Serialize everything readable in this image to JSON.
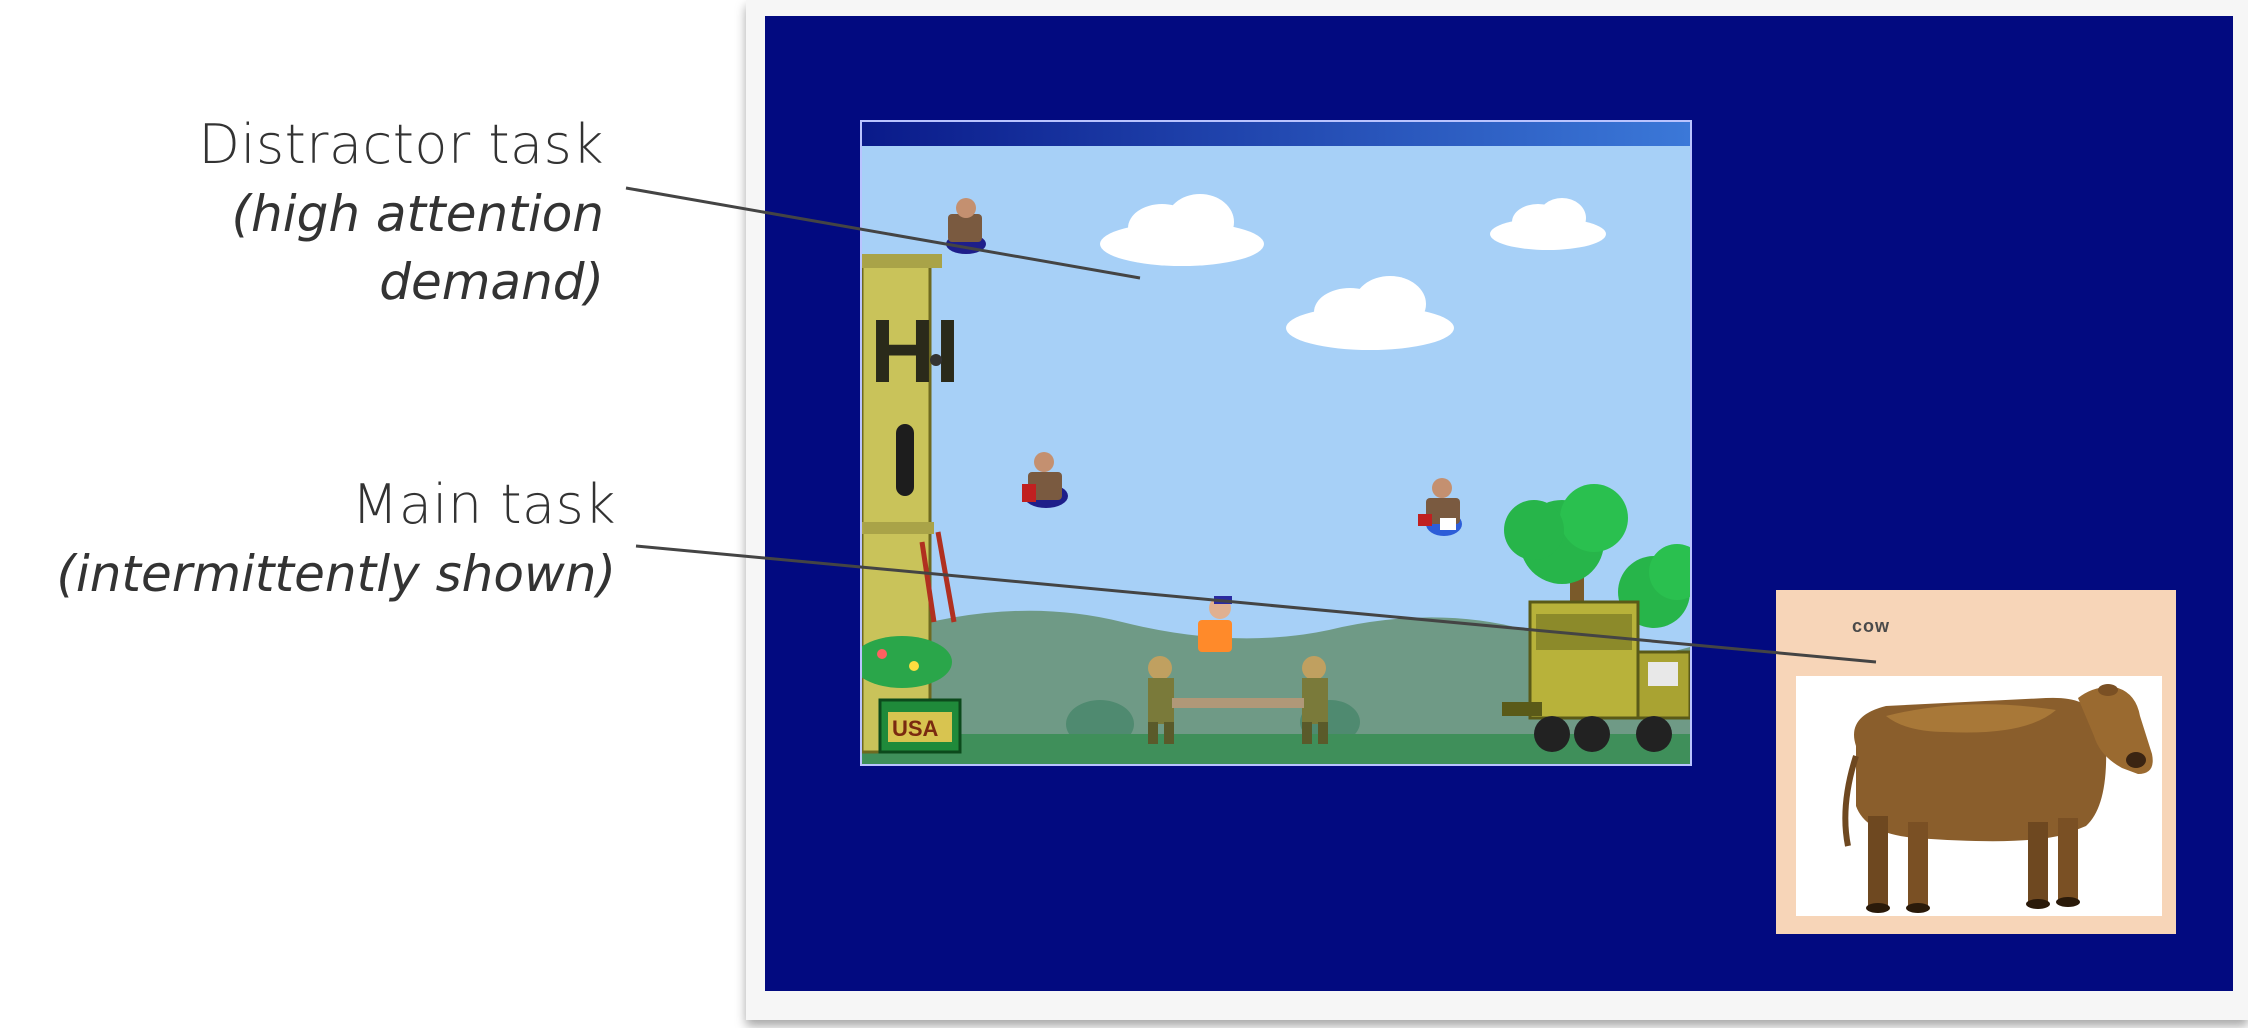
{
  "labels": {
    "distractor": {
      "title": "Distractor task",
      "subtitle": "(high attention demand)"
    },
    "main": {
      "title": "Main task",
      "subtitle": "(intermittently shown)"
    }
  },
  "game": {
    "tower_sign": "HI",
    "crate_text": "USA"
  },
  "main_task": {
    "word": "cow",
    "image": "cow-photo"
  },
  "colors": {
    "screen": "#020a80",
    "sky": "#a7d0f7",
    "card": "#f7d5b8",
    "callout": "#444444"
  }
}
